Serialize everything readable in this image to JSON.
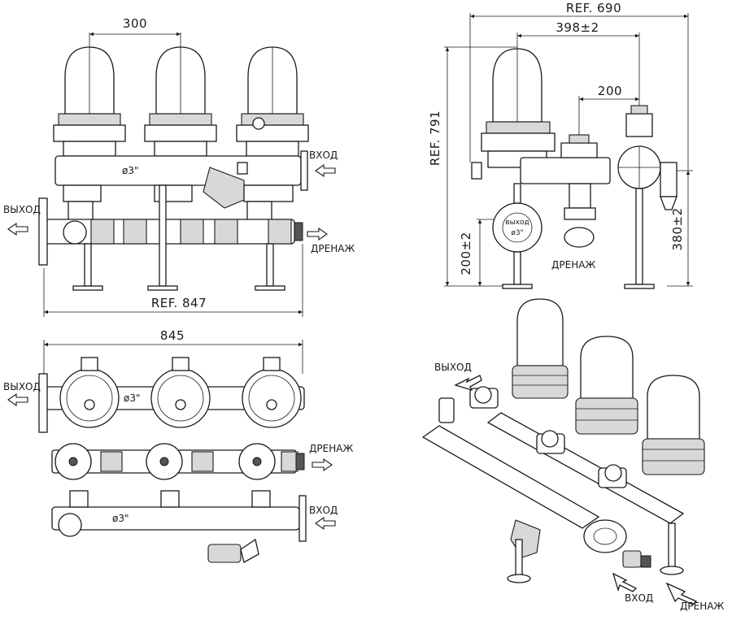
{
  "colors": {
    "line": "#1a1a1a",
    "background": "#ffffff",
    "shade": "#d8d8d8"
  },
  "front_view": {
    "dim_spacing": "300",
    "dim_length": "REF. 847",
    "pipe_label": "ø3\"",
    "inlet": "ВХОД",
    "outlet": "ВЫХОД",
    "drain": "ДРЕНАЖ"
  },
  "side_view": {
    "dim_width": "REF. 690",
    "dim_offset": "398±2",
    "dim_inner": "200",
    "dim_height": "REF. 791",
    "dim_low": "200±2",
    "dim_high": "380±2",
    "outlet": "выход",
    "pipe_label": "ø3\"",
    "drain": "ДРЕНАЖ"
  },
  "top_view": {
    "dim_length": "845",
    "pipe_label_upper": "ø3\"",
    "pipe_label_lower": "ø3\"",
    "outlet": "ВЫХОД",
    "drain": "ДРЕНАЖ",
    "inlet": "ВХОД"
  },
  "iso_view": {
    "outlet": "ВЫХОД",
    "inlet": "ВХОД",
    "drain": "ДРЕНАЖ"
  }
}
